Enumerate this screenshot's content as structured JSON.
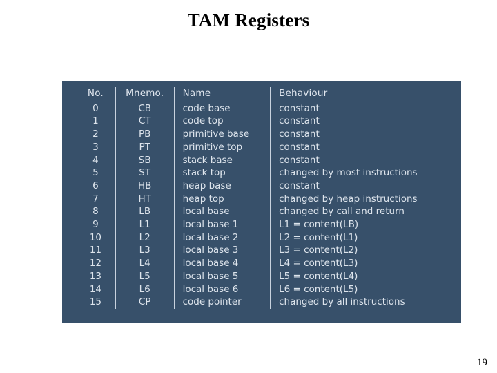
{
  "slide": {
    "title": "TAM Registers",
    "page_number": "19",
    "panel_color": "#37506a",
    "text_color": "#dde4ec",
    "rule_color": "#c8d2de",
    "background_color": "#ffffff",
    "title_color": "#000000"
  },
  "table": {
    "headers": [
      "No.",
      "Mnemo.",
      "Name",
      "Behaviour"
    ],
    "rows": [
      {
        "no": "0",
        "mnemo": "CB",
        "name": "code base",
        "behaviour": "constant"
      },
      {
        "no": "1",
        "mnemo": "CT",
        "name": "code top",
        "behaviour": "constant"
      },
      {
        "no": "2",
        "mnemo": "PB",
        "name": "primitive base",
        "behaviour": "constant"
      },
      {
        "no": "3",
        "mnemo": "PT",
        "name": "primitive top",
        "behaviour": "constant"
      },
      {
        "no": "4",
        "mnemo": "SB",
        "name": "stack base",
        "behaviour": "constant"
      },
      {
        "no": "5",
        "mnemo": "ST",
        "name": "stack top",
        "behaviour": "changed by most instructions"
      },
      {
        "no": "6",
        "mnemo": "HB",
        "name": "heap base",
        "behaviour": "constant"
      },
      {
        "no": "7",
        "mnemo": "HT",
        "name": "heap top",
        "behaviour": "changed by heap instructions"
      },
      {
        "no": "8",
        "mnemo": "LB",
        "name": "local base",
        "behaviour": "changed by call and return"
      },
      {
        "no": "9",
        "mnemo": "L1",
        "name": "local base 1",
        "behaviour": "L1 = content(LB)"
      },
      {
        "no": "10",
        "mnemo": "L2",
        "name": "local base 2",
        "behaviour": "L2 = content(L1)"
      },
      {
        "no": "11",
        "mnemo": "L3",
        "name": "local base 3",
        "behaviour": "L3 = content(L2)"
      },
      {
        "no": "12",
        "mnemo": "L4",
        "name": "local base 4",
        "behaviour": "L4 = content(L3)"
      },
      {
        "no": "13",
        "mnemo": "L5",
        "name": "local base 5",
        "behaviour": "L5 = content(L4)"
      },
      {
        "no": "14",
        "mnemo": "L6",
        "name": "local base 6",
        "behaviour": "L6 = content(L5)"
      },
      {
        "no": "15",
        "mnemo": "CP",
        "name": "code pointer",
        "behaviour": "changed by all instructions"
      }
    ]
  }
}
